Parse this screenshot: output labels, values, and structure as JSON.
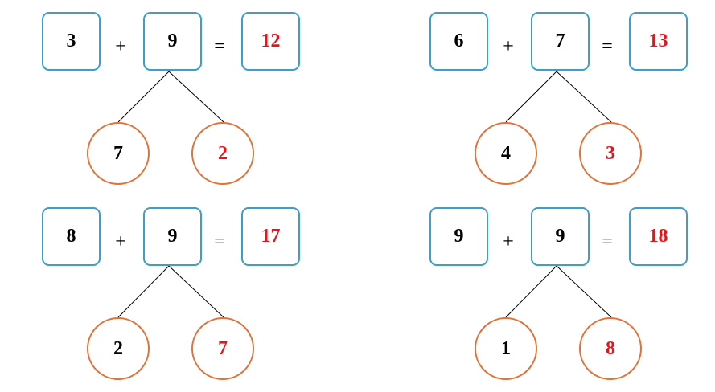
{
  "problems": [
    {
      "a": "3",
      "op": "+",
      "b": "9",
      "eq": "=",
      "sum": "12",
      "left": "7",
      "right": "2"
    },
    {
      "a": "6",
      "op": "+",
      "b": "7",
      "eq": "=",
      "sum": "13",
      "left": "4",
      "right": "3"
    },
    {
      "a": "8",
      "op": "+",
      "b": "9",
      "eq": "=",
      "sum": "17",
      "left": "2",
      "right": "7"
    },
    {
      "a": "9",
      "op": "+",
      "b": "9",
      "eq": "=",
      "sum": "18",
      "left": "1",
      "right": "8"
    }
  ],
  "colors": {
    "box_border": "#3a9fd0",
    "circle_border": "#e0733a",
    "answer_text": "#e8141b"
  }
}
